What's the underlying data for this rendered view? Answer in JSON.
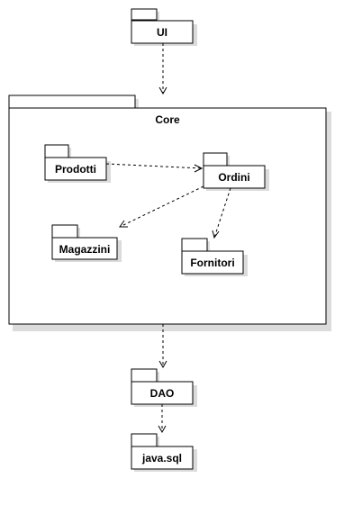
{
  "diagram": {
    "packages": {
      "ui": "UI",
      "core": "Core",
      "prodotti": "Prodotti",
      "ordini": "Ordini",
      "magazzini": "Magazzini",
      "fornitori": "Fornitori",
      "dao": "DAO",
      "java_sql": "java.sql"
    }
  }
}
